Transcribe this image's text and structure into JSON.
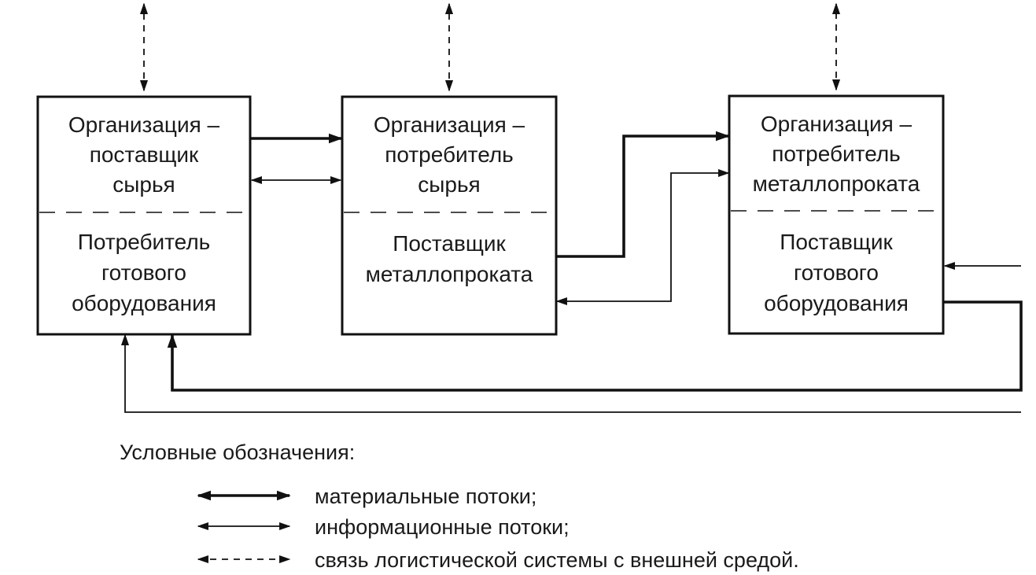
{
  "boxes": [
    {
      "top": [
        "Организация –",
        "поставщик",
        "сырья"
      ],
      "bottom": [
        "Потребитель",
        "готового",
        "оборудования"
      ]
    },
    {
      "top": [
        "Организация –",
        "потребитель",
        "сырья"
      ],
      "bottom": [
        "Поставщик",
        "металлопроката"
      ]
    },
    {
      "top": [
        "Организация –",
        "потребитель",
        "металлопроката"
      ],
      "bottom": [
        "Поставщик",
        "готового",
        "оборудования"
      ]
    }
  ],
  "legend": {
    "title": "Условные обозначения:",
    "items": [
      {
        "type": "material",
        "label": "материальные потоки;"
      },
      {
        "type": "information",
        "label": "информационные потоки;"
      },
      {
        "type": "external",
        "label": "связь логистической системы с внешней средой."
      }
    ]
  },
  "colors": {
    "line": "#111111",
    "background": "#ffffff"
  }
}
